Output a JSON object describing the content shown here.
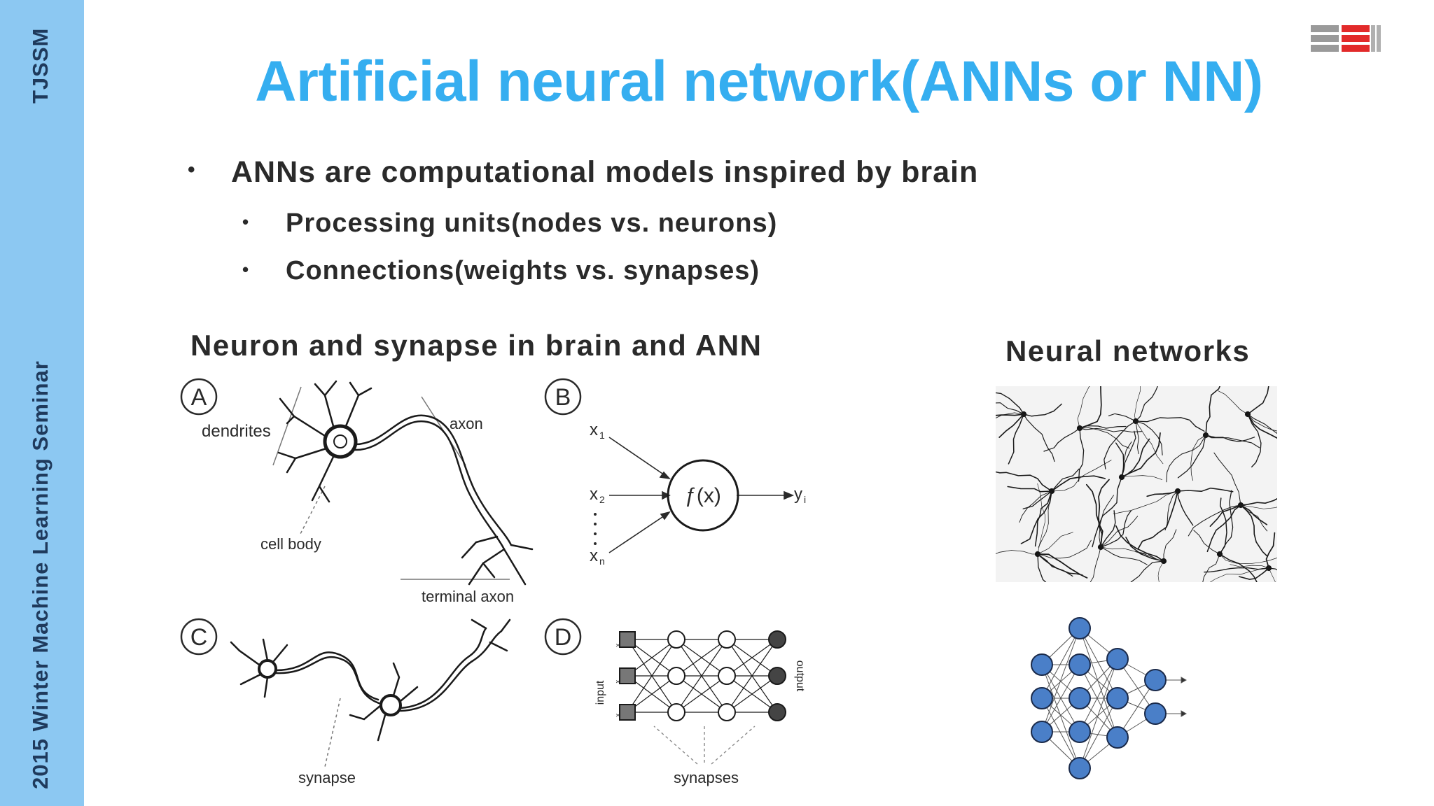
{
  "sidebar": {
    "acronym": "TJSSM",
    "seminar": "2015  Winter   Machine Learning Seminar"
  },
  "slide": {
    "title": "Artificial neural network(ANNs or NN)",
    "bullets": [
      {
        "text": "ANNs are computational models inspired by brain"
      },
      {
        "text": "Processing units(nodes vs. neurons)"
      },
      {
        "text": "Connections(weights vs. synapses)"
      }
    ],
    "bullet_glyph": "•",
    "left_heading": "Neuron and synapse in brain and ANN",
    "right_heading": "Neural networks"
  },
  "figure": {
    "panel_a": {
      "letter": "A",
      "dendrites": "dendrites",
      "axon": "axon",
      "cell_body": "cell body",
      "terminal_axon": "terminal axon"
    },
    "panel_b": {
      "letter": "B",
      "x1": "x",
      "x1_sub": "1",
      "x2": "x",
      "x2_sub": "2",
      "xn": "x",
      "xn_sub": "n",
      "func": "ƒ(x)",
      "y": "y",
      "y_sub": "i"
    },
    "panel_c": {
      "letter": "C",
      "synapse": "synapse"
    },
    "panel_d": {
      "letter": "D",
      "input": "input",
      "output": "output",
      "synapses": "synapses",
      "x1": "x",
      "x2": "x",
      "xn": "x"
    }
  },
  "colors": {
    "sidebar": "#8cc8f2",
    "title": "#35aef0",
    "logo_red": "#e22a2a",
    "logo_gray": "#9a9a9a",
    "node_blue": "#4a7fc8"
  },
  "icons": [
    "logo-icon",
    "neuron-icon",
    "neuron-network-photo",
    "network-diagram"
  ]
}
